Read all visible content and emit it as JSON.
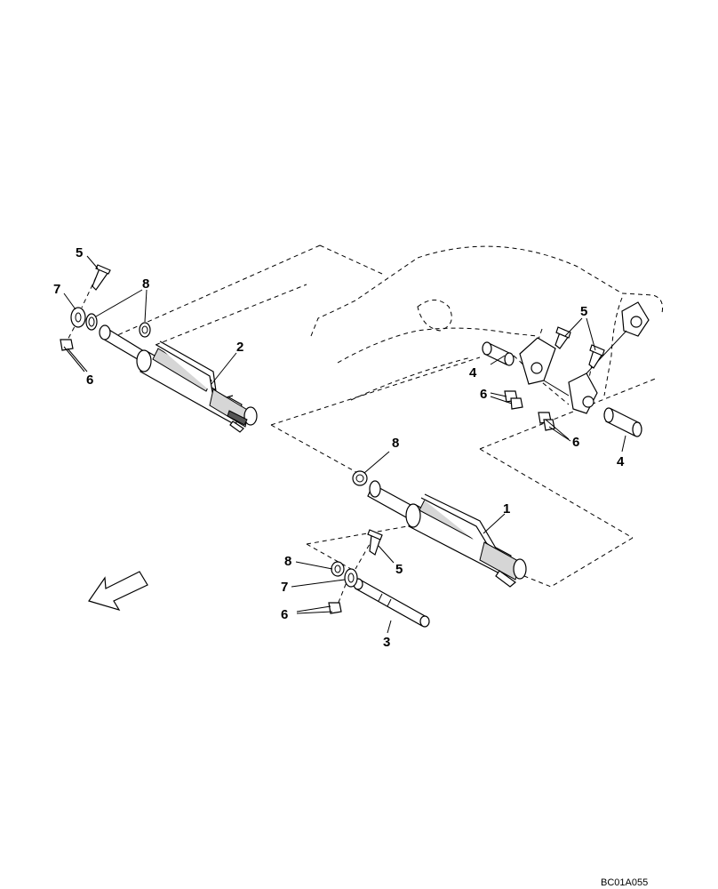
{
  "callouts": {
    "c1": "1",
    "c2": "2",
    "c3": "3",
    "c4a": "4",
    "c4b": "4",
    "c5a": "5",
    "c5b": "5",
    "c5c": "5",
    "c6a": "6",
    "c6b": "6",
    "c6c": "6",
    "c6d": "6",
    "c7a": "7",
    "c7b": "7",
    "c8a": "8",
    "c8b": "8",
    "c8c": "8"
  },
  "figure_code": "BC01A055",
  "icons": {
    "direction_arrow": "forward-arrow-icon"
  }
}
